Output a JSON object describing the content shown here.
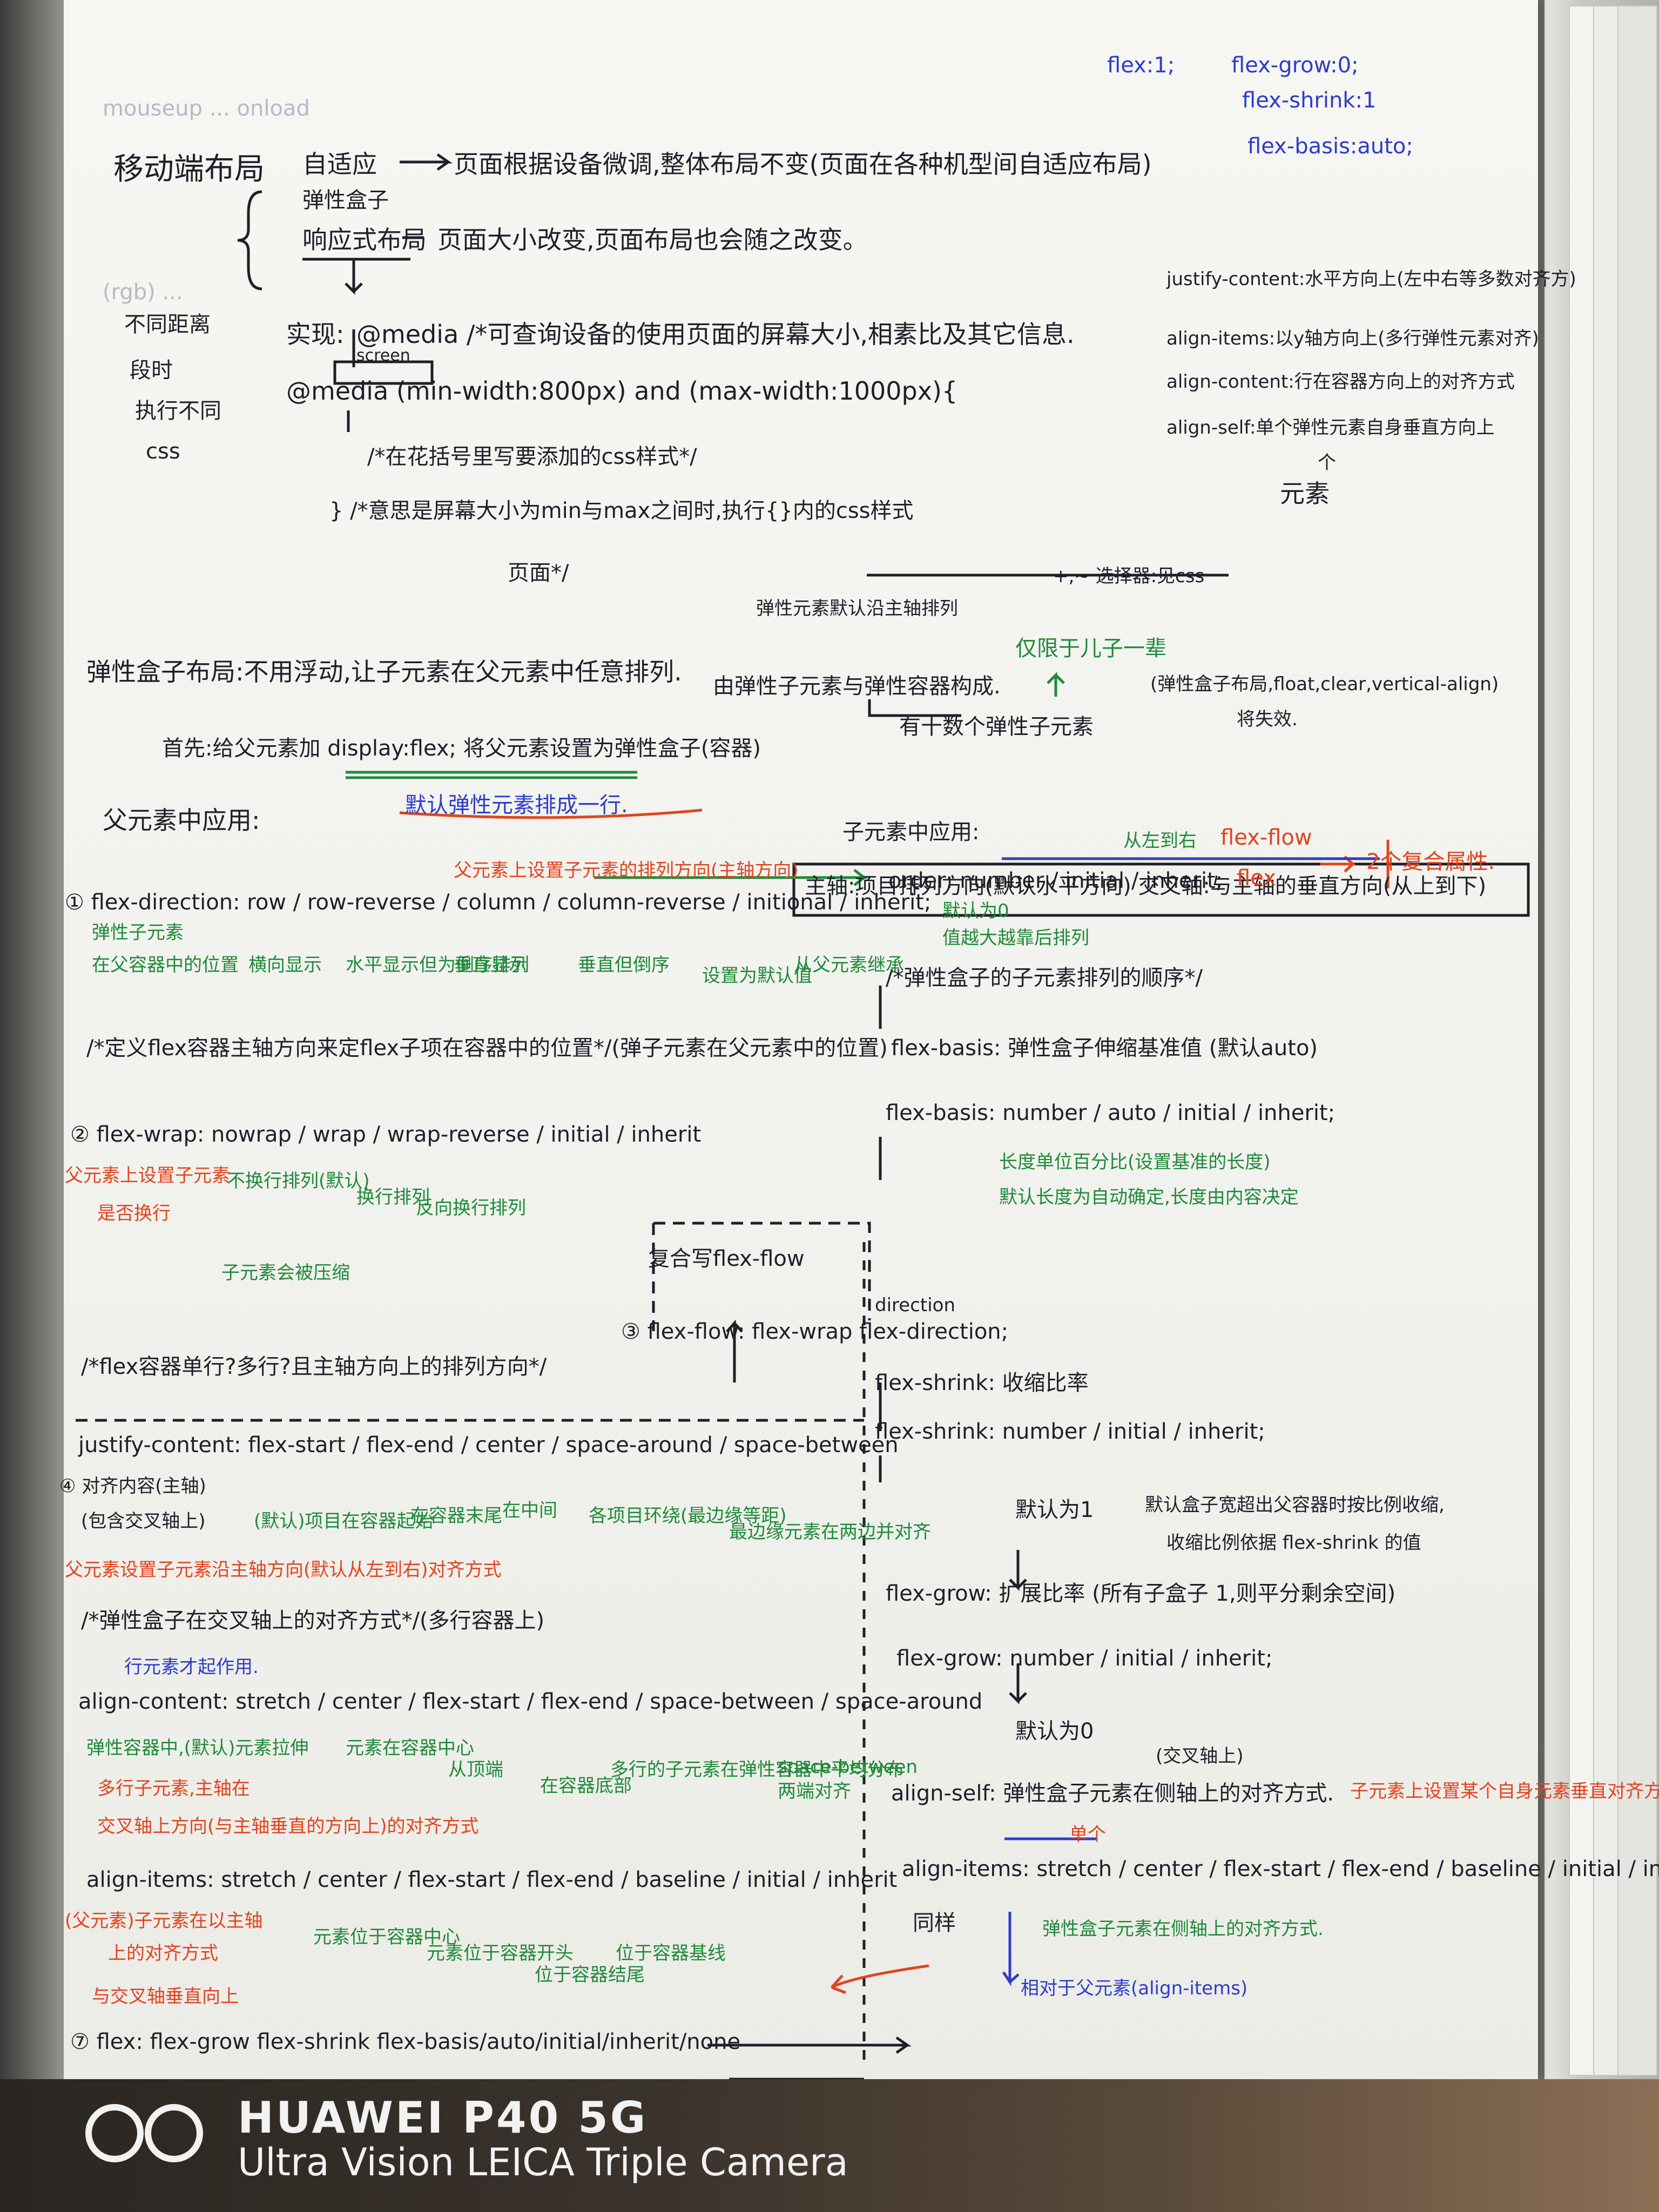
{
  "watermark": {
    "brand": "HUAWEI P40 5G",
    "subtitle": "Ultra Vision LEICA Triple Camera",
    "icon": "leica-rings-icon"
  },
  "notes": {
    "flex_shorthand": [
      "flex:1;",
      "flex-grow:0;",
      "flex-shrink:1",
      "flex-basis:auto;"
    ],
    "mobile_title": "移动端布局",
    "mobile_items": [
      "自适应",
      "弹性盒子",
      "响应式布局"
    ],
    "adaptive_desc": "页面根据设备微调,整体布局不变(页面在各种机型间自适应布局)",
    "responsive_desc": "页面大小改变,页面布局也会随之改变。",
    "implement_label": "实现:",
    "media_rule": "@media /*可查询设备的使用页面的屏幕大小,相素比及其它信息.",
    "screen_tag": "screen",
    "media_query": "@media (min-width:800px) and (max-width:1000px){",
    "media_comment1": "/*在花括号里写要添加的css样式*/",
    "media_comment2": "} /*意思是屏幕大小为min与max之间时,执行{}内的css样式",
    "media_comment3": "页面*/",
    "left_margin_notes": [
      "不同距离",
      "段时",
      "执行不同",
      "css"
    ],
    "right_align_notes": [
      "justify-content:水平方向上(左中右等多数对齐方)",
      "align-items:以y轴方向上(多行弹性元素对齐)",
      "align-content:行在容器方向上的对齐方式",
      "align-self:单个弹性元素自身垂直方向上",
      "个",
      "元素"
    ],
    "selector_note": "+,~ 选择器:见css",
    "flex_title": "弹性盒子布局:不用浮动,让子元素在父元素中任意排列.",
    "flex_compose": "由弹性子元素与弹性容器构成.",
    "flex_only_child": "仅限于儿子一辈",
    "flex_has_children": "有十数个弹性子元素",
    "flex_invalid": "(弹性盒子布局,float,clear,vertical-align)",
    "flex_invalid2": "将失效.",
    "main_axis_default": "弹性元素默认沿主轴排列",
    "first_step": "首先:给父元素加 display:flex; 将父元素设置为弹性盒子(容器)",
    "default_single_row": "默认弹性元素排成一行.",
    "axis_desc": "主轴:项目排列方向(默认水平方向) 交叉轴:与主轴的垂直方向(从上到下)",
    "parent_apply": "父元素中应用:",
    "child_apply": "子元素中应用:",
    "item1": "① flex-direction: row / row-reverse / column / column-reverse / initional / inherit;",
    "item1_note_top": "父元素上设置子元素的排列方向(主轴方向)",
    "item1_green": [
      "弹性子元素",
      "在父容器中的位置",
      "横向显示",
      "水平显示但为倒序排列",
      "垂直显示",
      "垂直但倒序",
      "设置为默认值",
      "从父元素继承"
    ],
    "item1_comment": "/*定义flex容器主轴方向来定flex子项在容器中的位置*/(弹子元素在父元素中的位置)",
    "item2": "② flex-wrap: nowrap / wrap / wrap-reverse / initial / inherit",
    "item2_red": [
      "父元素上设置子元素",
      "是否换行"
    ],
    "item2_green": [
      "不换行排列(默认)",
      "子元素会被压缩",
      "换行排列",
      "反向换行排列"
    ],
    "flow_shorthand": "复合写flex-flow",
    "flow_rule": "③ flex-flow: flex-wrap flex-direction;",
    "flow_direction_tag": "direction",
    "justify_comment": "/*flex容器单行?多行?且主轴方向上的排列方向*/",
    "item4": "justify-content: flex-start / flex-end / center / space-around / space-between",
    "item4_left": [
      "④ 对齐内容(主轴)",
      "(包含交叉轴上)"
    ],
    "item4_green": [
      "(默认)项目在容器起始",
      "在容器末尾",
      "在中间",
      "各项目环绕(最边缘等距)",
      "最边缘元素在两边并对齐"
    ],
    "item4_red": "父元素设置子元素沿主轴方向(默认从左到右)对齐方式",
    "align_content_comment": "/*弹性盒子在交叉轴上的对齐方式*/(多行容器上)",
    "align_content_note": "行元素才起作用.",
    "item5": "align-content: stretch / center / flex-start / flex-end / space-between / space-around",
    "item5_red": [
      "多行子元素,主轴在",
      "交叉轴上方向(与主轴垂直的方向上)的对齐方式"
    ],
    "item5_green": [
      "弹性容器中,(默认)元素拉伸",
      "元素在容器中心",
      "从顶端",
      "在容器底部",
      "多行的子元素在弹性容器中平均分布",
      "space-between",
      "两端对齐"
    ],
    "item6": "align-items: stretch / center / flex-start / flex-end / baseline / initial / inherit",
    "item6_red": [
      "(父元素)子元素在以主轴",
      "上的对齐方式",
      "与交叉轴垂直向上"
    ],
    "item6_green": [
      "元素位于容器中心",
      "元素位于容器开头",
      "位于容器结尾",
      "位于容器基线"
    ],
    "item7": "⑦ flex: flex-grow flex-shrink flex-basis/auto/initial/inherit/none",
    "order_rule": "order: number / initial / inherit;",
    "order_green": [
      "默认为0",
      "值越大越靠后排列"
    ],
    "order_comment": "/*弹性盒子的子元素排列的顺序*/",
    "basis_title": "flex-basis: 弹性盒子伸缩基准值 (默认auto)",
    "basis_rule": "flex-basis: number / auto / initial / inherit;",
    "basis_green": [
      "长度单位百分比(设置基准的长度)",
      "默认长度为自动确定,长度由内容决定"
    ],
    "shrink_title": "flex-shrink: 收缩比率",
    "shrink_rule": "flex-shrink: number / initial / inherit;",
    "shrink_default": "默认为1",
    "shrink_note": "默认盒子宽超出父容器时按比例收缩,",
    "shrink_note2": "收缩比例依据 flex-shrink 的值",
    "grow_title": "flex-grow: 扩展比率 (所有子盒子 1,则平分剩余空间)",
    "grow_rule": "flex-grow: number / initial / inherit;",
    "grow_default": "默认为0",
    "align_self_title": "align-self: 弹性盒子元素在侧轴上的对齐方式.",
    "align_self_red": "子元素上设置某个自身元素垂直对齐方式",
    "align_self_single": "单个",
    "align_self_rule": "align-items: stretch / center / flex-start / flex-end / baseline / initial / inherit",
    "align_self_same": "同样",
    "align_self_green": "弹性盒子元素在侧轴上的对齐方式.",
    "align_self_blue": "相对于父元素(align-items)",
    "cross_note": "(交叉轴上)",
    "flex_flow_tag": "flex-flow",
    "flex_tag": "flex",
    "two_props": "2个复合属性.",
    "from_left": "从左到右"
  }
}
